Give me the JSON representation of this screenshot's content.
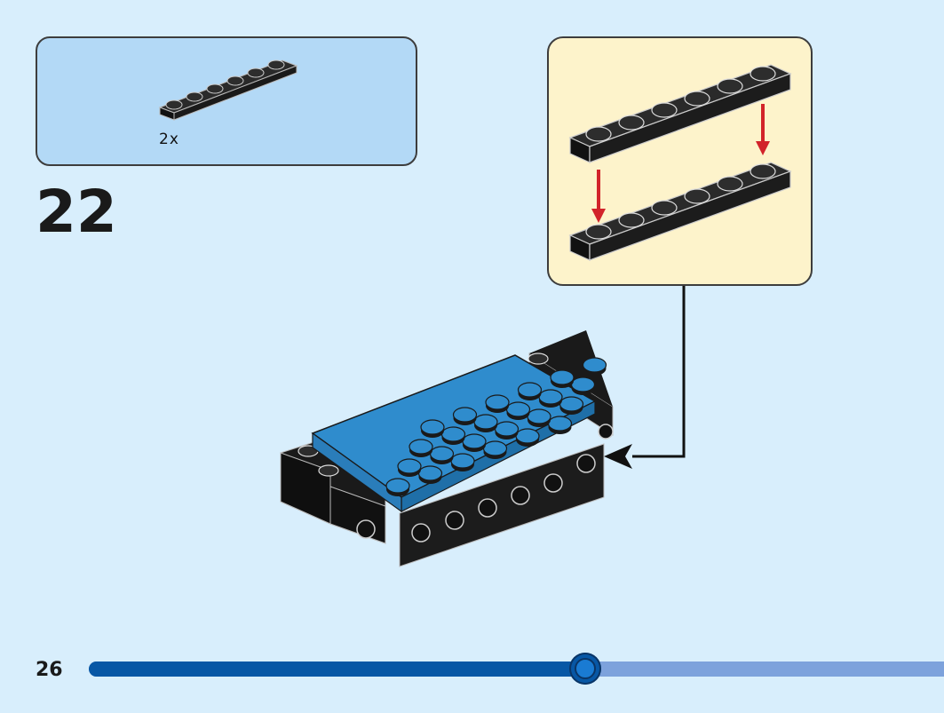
{
  "parts_list": {
    "count_label": "2x",
    "part_icon": "black-1x6-plate"
  },
  "step": {
    "number": "22"
  },
  "callout": {
    "icon": "two-plates-assembly",
    "arrow_color": "#d2232a"
  },
  "model": {
    "icon": "blue-plate-on-black-bricks",
    "pointer_icon": "black-arrow"
  },
  "footer": {
    "page_number": "26",
    "progress_percent": 58
  },
  "colors": {
    "background": "#d8eefc",
    "parts_box": "#b3d9f6",
    "callout_box": "#fdf3cb",
    "brick_black": "#1c1c1c",
    "plate_blue": "#2f8ccd",
    "progress_done": "#0757a5",
    "progress_remaining": "#7da2dc"
  }
}
